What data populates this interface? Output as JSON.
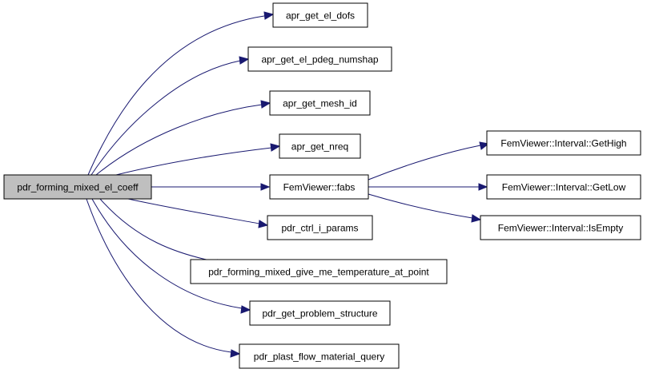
{
  "graph": {
    "root": {
      "id": "root",
      "label": "pdr_forming_mixed_el_coeff"
    },
    "nodes": [
      {
        "id": "n1",
        "label": "apr_get_el_dofs"
      },
      {
        "id": "n2",
        "label": "apr_get_el_pdeg_numshap"
      },
      {
        "id": "n3",
        "label": "apr_get_mesh_id"
      },
      {
        "id": "n4",
        "label": "apr_get_nreq"
      },
      {
        "id": "n5",
        "label": "FemViewer::fabs"
      },
      {
        "id": "n6",
        "label": "pdr_ctrl_i_params"
      },
      {
        "id": "n7",
        "label": "pdr_forming_mixed_give_me_temperature_at_point"
      },
      {
        "id": "n8",
        "label": "pdr_get_problem_structure"
      },
      {
        "id": "n9",
        "label": "pdr_plast_flow_material_query"
      },
      {
        "id": "n10",
        "label": "FemViewer::Interval::GetHigh"
      },
      {
        "id": "n11",
        "label": "FemViewer::Interval::GetLow"
      },
      {
        "id": "n12",
        "label": "FemViewer::Interval::IsEmpty"
      }
    ],
    "edges": [
      {
        "from": "root",
        "to": "n1"
      },
      {
        "from": "root",
        "to": "n2"
      },
      {
        "from": "root",
        "to": "n3"
      },
      {
        "from": "root",
        "to": "n4"
      },
      {
        "from": "root",
        "to": "n5"
      },
      {
        "from": "root",
        "to": "n6"
      },
      {
        "from": "root",
        "to": "n7"
      },
      {
        "from": "root",
        "to": "n8"
      },
      {
        "from": "root",
        "to": "n9"
      },
      {
        "from": "n5",
        "to": "n10"
      },
      {
        "from": "n5",
        "to": "n11"
      },
      {
        "from": "n5",
        "to": "n12"
      }
    ],
    "colors": {
      "edge": "#191970",
      "root_fill": "#bfbfbf",
      "node_fill": "#ffffff",
      "node_stroke": "#000000"
    }
  }
}
